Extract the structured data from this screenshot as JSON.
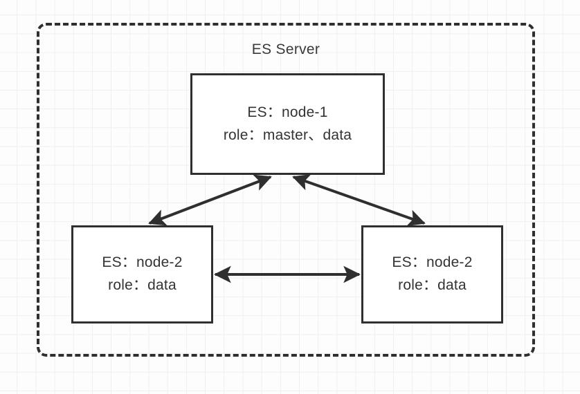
{
  "diagram": {
    "title": "ES Server",
    "background": "#fdfdfd",
    "grid_color": "#efefef",
    "stroke_color": "#2f2f2f",
    "text_color": "#333333"
  },
  "nodes": [
    {
      "id": "master",
      "name": "ES：node-1",
      "role": "role：master、data"
    },
    {
      "id": "data-left",
      "name": "ES：node-2",
      "role": "role：data"
    },
    {
      "id": "data-right",
      "name": "ES：node-2",
      "role": "role：data"
    }
  ],
  "edges": [
    {
      "from": "master",
      "to": "data-left",
      "style": "bidirectional"
    },
    {
      "from": "master",
      "to": "data-right",
      "style": "bidirectional"
    },
    {
      "from": "data-left",
      "to": "data-right",
      "style": "bidirectional"
    }
  ]
}
